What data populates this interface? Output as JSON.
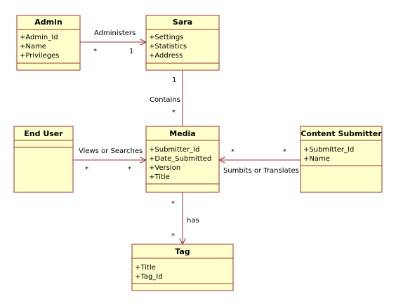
{
  "colors": {
    "class_fill": "#ffffcc",
    "border": "#993333",
    "text": "#000000"
  },
  "classes": {
    "admin": {
      "name": "Admin",
      "attributes": [
        "+Admin_Id",
        "+Name",
        "+Privileges"
      ]
    },
    "sara": {
      "name": "Sara",
      "attributes": [
        "+Settings",
        "+Statistics",
        "+Address"
      ]
    },
    "end_user": {
      "name": "End User",
      "attributes": []
    },
    "media": {
      "name": "Media",
      "attributes": [
        "+Submitter_Id",
        "+Date_Submitted",
        "+Version",
        "+Title"
      ]
    },
    "content_submitter": {
      "name": "Content Submitter",
      "attributes": [
        "+Submitter_Id",
        "+Name"
      ]
    },
    "tag": {
      "name": "Tag",
      "attributes": [
        "+Title",
        "+Tag_Id"
      ]
    }
  },
  "associations": {
    "administers": {
      "label": "Administers",
      "source_multiplicity": "*",
      "target_multiplicity": "1"
    },
    "contains": {
      "label": "Contains",
      "source_multiplicity": "1",
      "target_multiplicity": "*"
    },
    "views_or_searches": {
      "label": "Views or Searches",
      "source_multiplicity": "*",
      "target_multiplicity": "*"
    },
    "submits_or_translates": {
      "label": "Sumbits or Translates",
      "source_multiplicity": "*",
      "target_multiplicity": "*"
    },
    "has": {
      "label": "has",
      "source_multiplicity": "*",
      "target_multiplicity": "*"
    }
  }
}
